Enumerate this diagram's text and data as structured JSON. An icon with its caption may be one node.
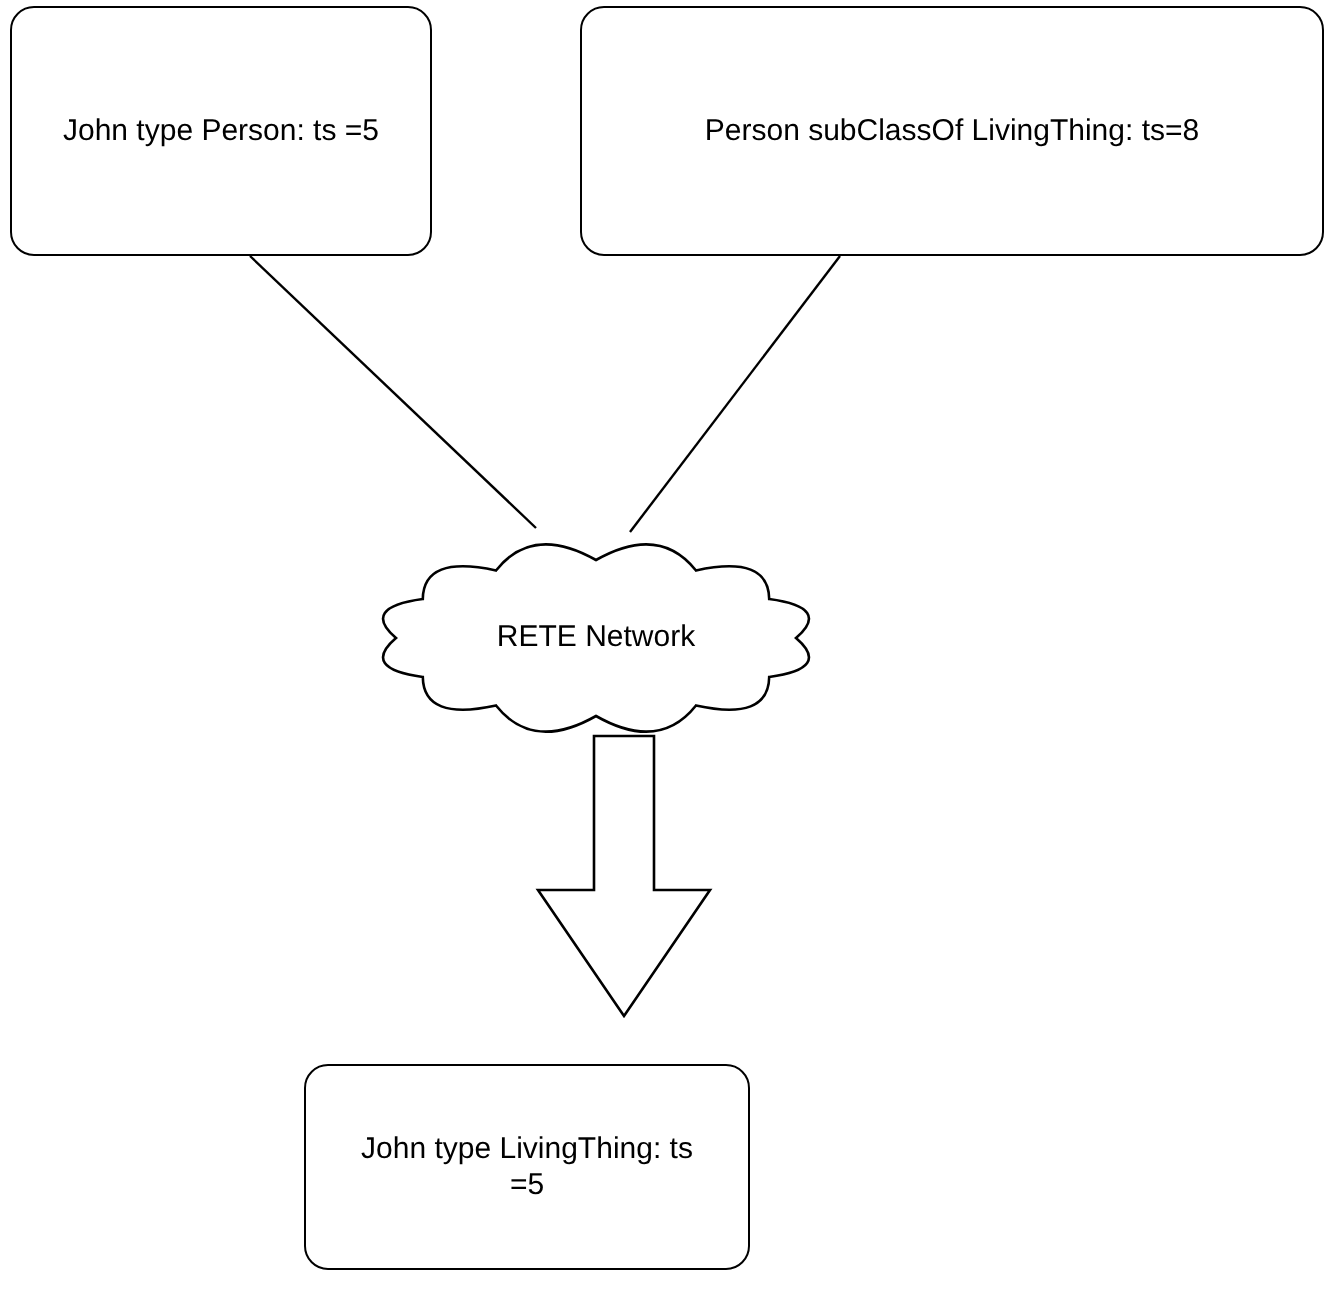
{
  "diagram": {
    "nodes": [
      {
        "text": [
          "John type Person: ts =5"
        ]
      },
      {
        "text": [
          "Person subClassOf LivingThing: ts=8"
        ]
      },
      {
        "text": [
          "RETE Network"
        ]
      },
      {
        "text": [
          "John type LivingThing: ts =5"
        ]
      }
    ],
    "edges": [
      {
        "from": 0,
        "to": 2,
        "arrow": "none"
      },
      {
        "from": 1,
        "to": 2,
        "arrow": "none"
      },
      {
        "from": 2,
        "to": 3,
        "arrow": "to",
        "style": "thick"
      }
    ]
  }
}
